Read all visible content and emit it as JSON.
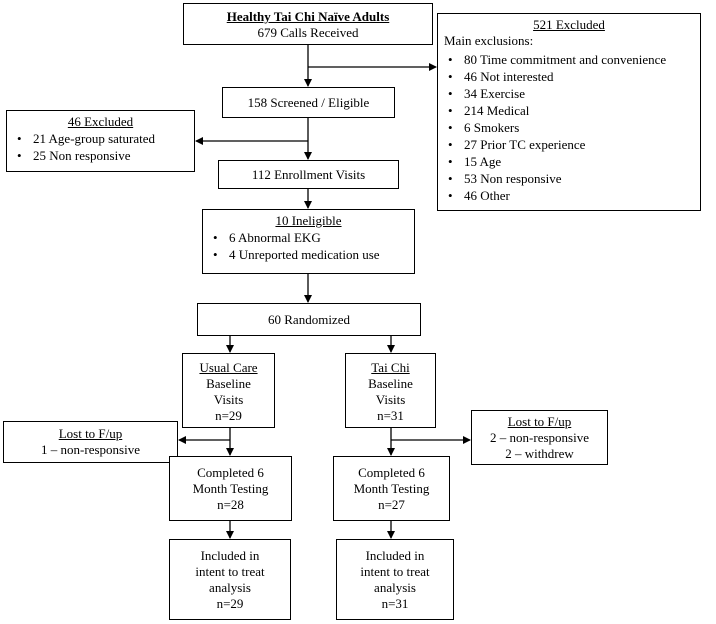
{
  "top": {
    "title": "Healthy Tai Chi Naïve Adults",
    "subtitle": "679 Calls Received"
  },
  "excluded_main": {
    "title": "521 Excluded",
    "intro": "Main exclusions:",
    "items": [
      "80 Time commitment and convenience",
      "46 Not interested",
      "34 Exercise",
      "214 Medical",
      "6 Smokers",
      "27 Prior TC experience",
      "15 Age",
      "53 Non responsive",
      "46 Other"
    ]
  },
  "screened": {
    "text": "158 Screened / Eligible"
  },
  "excluded_46": {
    "title": "46 Excluded",
    "items": [
      "21 Age-group saturated",
      "25 Non responsive"
    ]
  },
  "enrollment": {
    "text": "112 Enrollment Visits"
  },
  "ineligible": {
    "title": "10 Ineligible",
    "items": [
      "6 Abnormal EKG",
      "4 Unreported medication use"
    ]
  },
  "randomized": {
    "text": "60 Randomized"
  },
  "usual_care": {
    "title": "Usual Care",
    "line1": "Baseline",
    "line2": "Visits",
    "n": "n=29"
  },
  "tai_chi": {
    "title": "Tai Chi",
    "line1": "Baseline",
    "line2": "Visits",
    "n": "n=31"
  },
  "lost_left": {
    "title": "Lost to F/up",
    "line1": "1 – non-responsive"
  },
  "lost_right": {
    "title": "Lost to F/up",
    "line1": "2 – non-responsive",
    "line2": "2 – withdrew"
  },
  "completed_left": {
    "line1": "Completed 6",
    "line2": "Month Testing",
    "n": "n=28"
  },
  "completed_right": {
    "line1": "Completed 6",
    "line2": "Month Testing",
    "n": "n=27"
  },
  "itt_left": {
    "line1": "Included in",
    "line2": "intent to treat",
    "line3": "analysis",
    "n": "n=29"
  },
  "itt_right": {
    "line1": "Included in",
    "line2": "intent to treat",
    "line3": "analysis",
    "n": "n=31"
  }
}
